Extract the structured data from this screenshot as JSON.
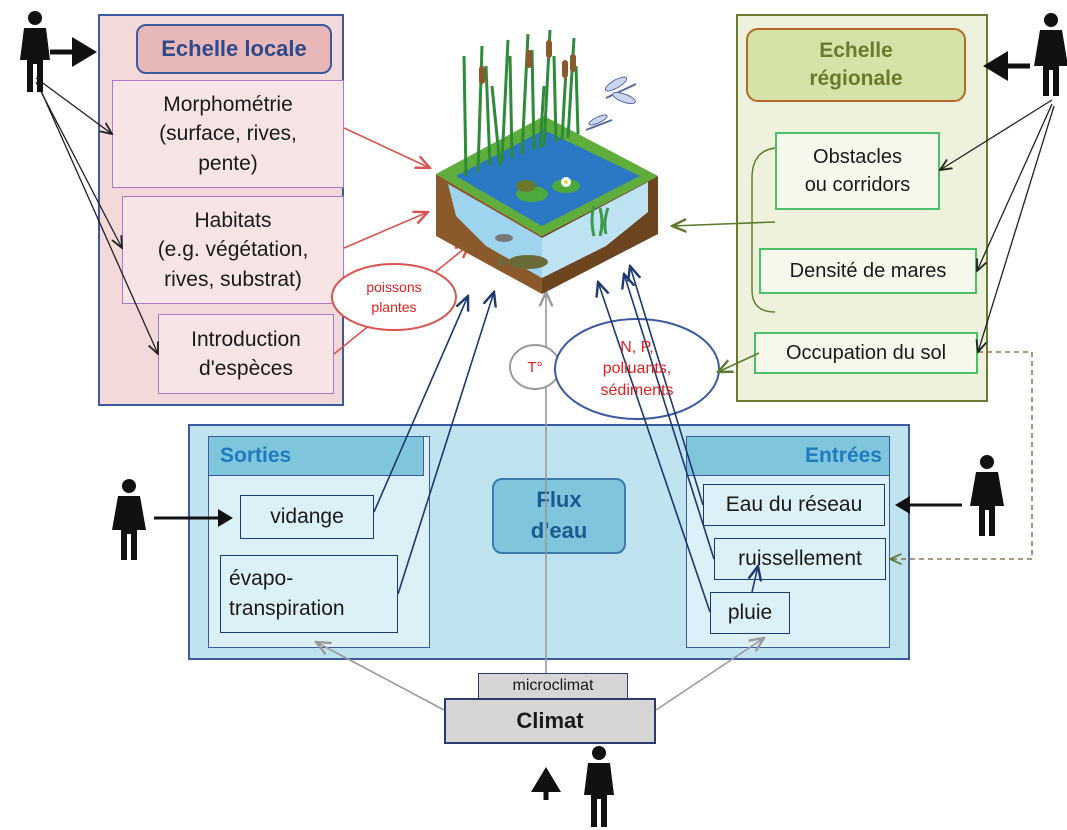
{
  "colors": {
    "local_fill": "#f3d9d9",
    "local_border": "#3b5aa0",
    "local_title_fill": "#e8b7b7",
    "local_box_border": "#a879c6",
    "regional_fill": "#eef2dc",
    "regional_border": "#6b7a2e",
    "regional_title_fill": "#d4e3a8",
    "regional_title_border": "#b56a2b",
    "regional_box_border": "#4cbf6a",
    "flux_fill": "#bfe3ef",
    "flux_border": "#3b5aa0",
    "flux_inner_fill": "#dcf0f7",
    "water_header": "#7fc5dc",
    "title_blue": "#1f7bbf",
    "red_text": "#e02020",
    "red_line": "#d9534f",
    "navy_line": "#1e3870",
    "olive_line": "#5d7a2e",
    "gray_line": "#9a9a9a",
    "climat_fill": "#d6d6d6",
    "dashed_line": "#7a5a2e"
  },
  "local": {
    "title": "Echelle locale",
    "items": [
      "Morphométrie\n(surface, rives,\npente)",
      "Habitats\n(e.g. végétation,\nrives, substrat)",
      "Introduction\nd'espèces"
    ],
    "ellipse_text": "poissons\nplantes"
  },
  "regional": {
    "title": "Echelle\nrégionale",
    "items": [
      "Obstacles\nou corridors",
      "Densité de mares",
      "Occupation du sol"
    ]
  },
  "middle": {
    "temperature": "T°",
    "nutrients": "N, P,\npolluants,\nsédiments"
  },
  "flux": {
    "center": "Flux\nd'eau",
    "sorties": {
      "title": "Sorties",
      "items": [
        "vidange",
        "évapo-\ntranspiration"
      ]
    },
    "entrees": {
      "title": "Entrées",
      "items": [
        "Eau du réseau",
        "ruissellement",
        "pluie"
      ]
    }
  },
  "climate": {
    "microclimat": "microclimat",
    "climat": "Climat"
  },
  "icons": [
    "person-icon",
    "pond-illustration-icon",
    "cattail-icon",
    "dragonfly-icon",
    "frog-icon",
    "fish-icon",
    "water-lily-icon"
  ]
}
